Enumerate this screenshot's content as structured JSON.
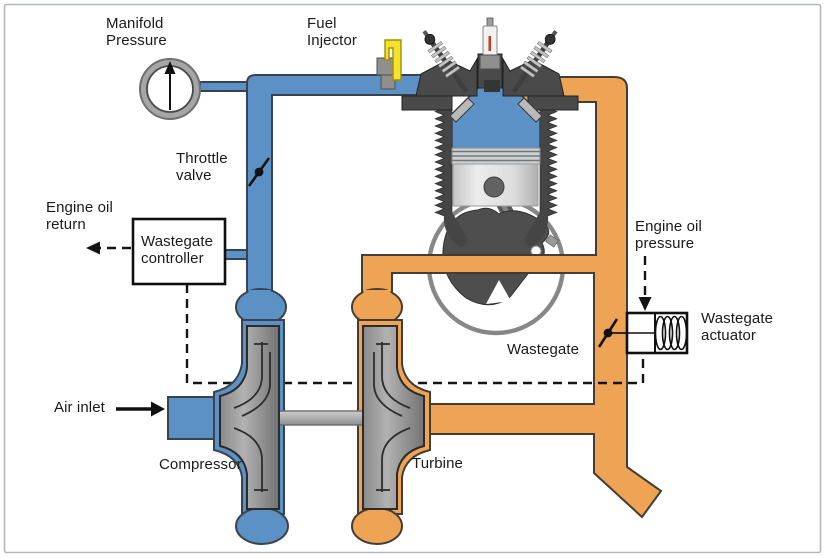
{
  "labels": {
    "manifold_pressure": "Manifold\nPressure",
    "fuel_injector": "Fuel\nInjector",
    "throttle_valve": "Throttle\nvalve",
    "engine_oil_return": "Engine oil\nreturn",
    "wastegate_controller": "Wastegate\ncontroller",
    "engine_oil_pressure": "Engine oil\npressure",
    "wastegate_actuator": "Wastegate\nactuator",
    "wastegate": "Wastegate",
    "air_inlet": "Air inlet",
    "compressor": "Compressor",
    "turbine": "Turbine"
  },
  "colors": {
    "intake_blue": "#5C91C6",
    "exhaust_orange": "#EFA355",
    "fuel_yellow": "#F4E32C",
    "engine_dark": "#4A4A4A",
    "line_dark": "#141414"
  }
}
